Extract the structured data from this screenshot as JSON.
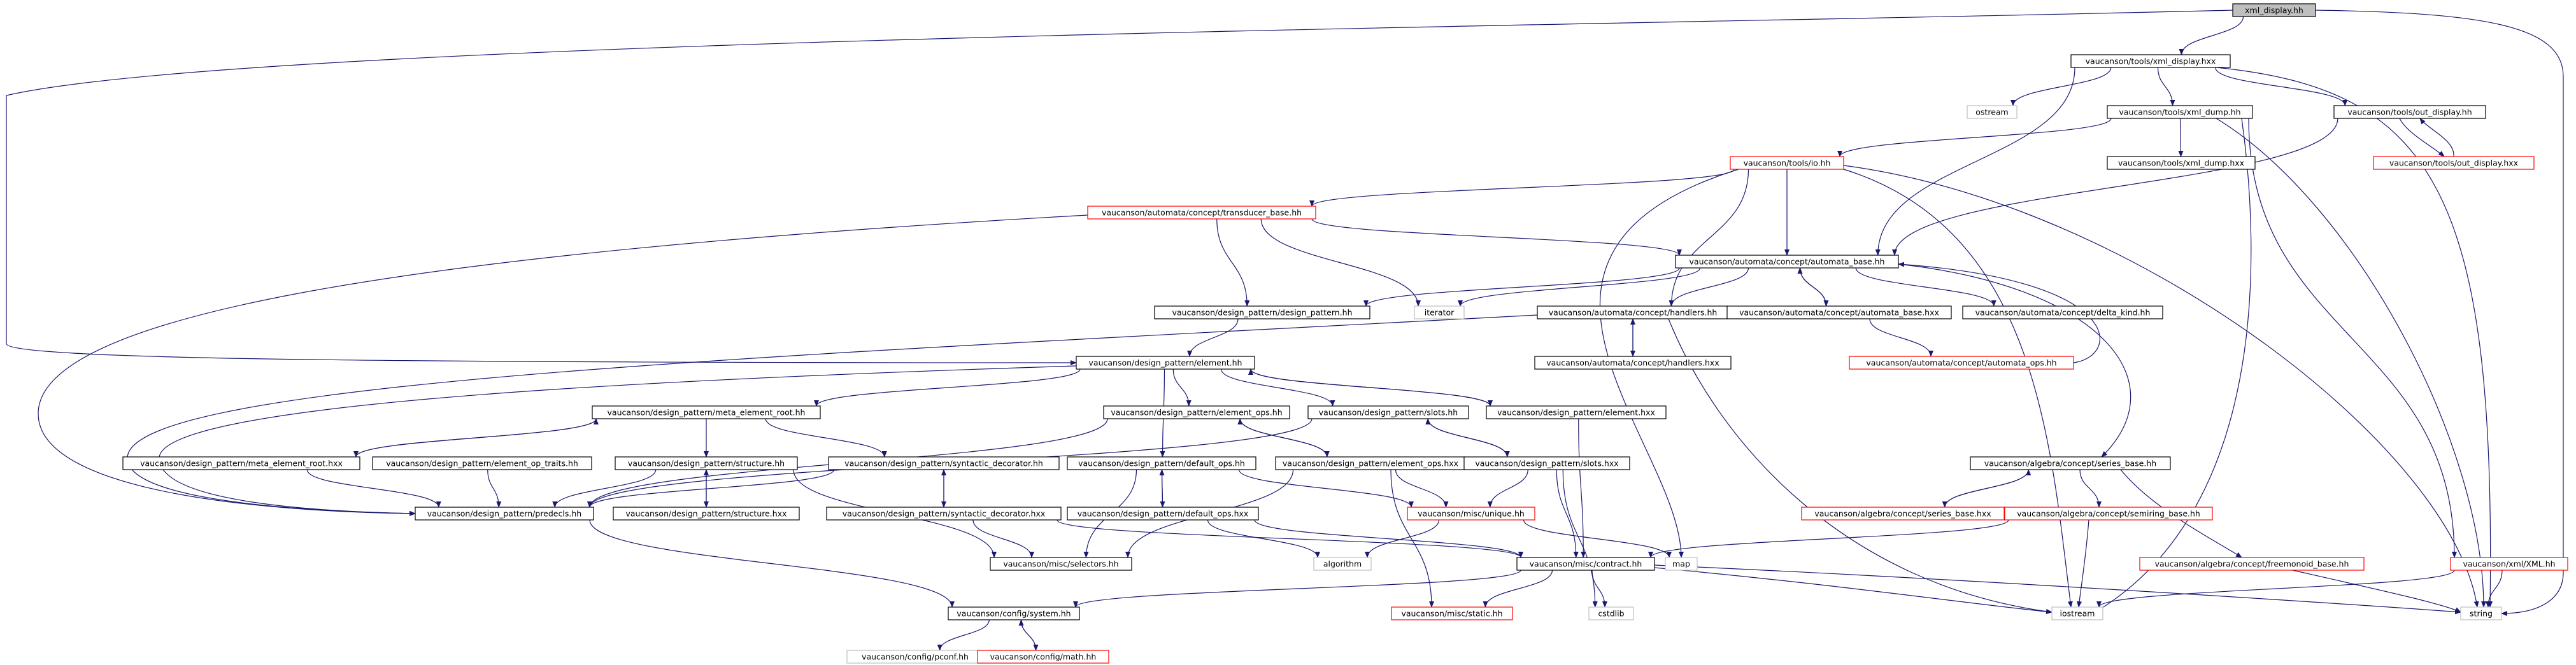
{
  "graph": {
    "title": "xml_display.hh",
    "colors": {
      "edge": "#191970",
      "text": "#000000",
      "border_normal": "#000000",
      "border_missing": "#ff0000",
      "border_external": "#bfbfbf",
      "root_fill": "#bfbfbf"
    },
    "nodes": [
      {
        "id": "xml_display_hh",
        "label": "xml_display.hh",
        "kind": "root"
      },
      {
        "id": "tools_xml_display_hxx",
        "label": "vaucanson/tools/xml_display.hxx",
        "kind": "normal"
      },
      {
        "id": "ostream",
        "label": "ostream",
        "kind": "external"
      },
      {
        "id": "tools_xml_dump_hh",
        "label": "vaucanson/tools/xml_dump.hh",
        "kind": "normal"
      },
      {
        "id": "tools_out_display_hh",
        "label": "vaucanson/tools/out_display.hh",
        "kind": "normal"
      },
      {
        "id": "tools_io_hh",
        "label": "vaucanson/tools/io.hh",
        "kind": "missing"
      },
      {
        "id": "tools_xml_dump_hxx",
        "label": "vaucanson/tools/xml_dump.hxx",
        "kind": "normal"
      },
      {
        "id": "tools_out_display_hxx",
        "label": "vaucanson/tools/out_display.hxx",
        "kind": "missing"
      },
      {
        "id": "transducer_base_hh",
        "label": "vaucanson/automata/concept/transducer_base.hh",
        "kind": "missing"
      },
      {
        "id": "automata_base_hh",
        "label": "vaucanson/automata/concept/automata_base.hh",
        "kind": "normal"
      },
      {
        "id": "dp_design_pattern_hh",
        "label": "vaucanson/design_pattern/design_pattern.hh",
        "kind": "normal"
      },
      {
        "id": "iterator",
        "label": "iterator",
        "kind": "external"
      },
      {
        "id": "handlers_hh",
        "label": "vaucanson/automata/concept/handlers.hh",
        "kind": "normal"
      },
      {
        "id": "automata_base_hxx",
        "label": "vaucanson/automata/concept/automata_base.hxx",
        "kind": "normal"
      },
      {
        "id": "delta_kind_hh",
        "label": "vaucanson/automata/concept/delta_kind.hh",
        "kind": "normal"
      },
      {
        "id": "handlers_hxx",
        "label": "vaucanson/automata/concept/handlers.hxx",
        "kind": "normal"
      },
      {
        "id": "automata_ops_hh",
        "label": "vaucanson/automata/concept/automata_ops.hh",
        "kind": "missing"
      },
      {
        "id": "dp_element_hh",
        "label": "vaucanson/design_pattern/element.hh",
        "kind": "normal"
      },
      {
        "id": "dp_meta_element_root_hh",
        "label": "vaucanson/design_pattern/meta_element_root.hh",
        "kind": "normal"
      },
      {
        "id": "dp_element_ops_hh",
        "label": "vaucanson/design_pattern/element_ops.hh",
        "kind": "normal"
      },
      {
        "id": "dp_slots_hh",
        "label": "vaucanson/design_pattern/slots.hh",
        "kind": "normal"
      },
      {
        "id": "dp_element_hxx",
        "label": "vaucanson/design_pattern/element.hxx",
        "kind": "normal"
      },
      {
        "id": "dp_meta_element_root_hxx",
        "label": "vaucanson/design_pattern/meta_element_root.hxx",
        "kind": "normal"
      },
      {
        "id": "dp_element_op_traits_hh",
        "label": "vaucanson/design_pattern/element_op_traits.hh",
        "kind": "normal"
      },
      {
        "id": "dp_structure_hh",
        "label": "vaucanson/design_pattern/structure.hh",
        "kind": "normal"
      },
      {
        "id": "dp_syntactic_decorator_hh",
        "label": "vaucanson/design_pattern/syntactic_decorator.hh",
        "kind": "normal"
      },
      {
        "id": "dp_default_ops_hh",
        "label": "vaucanson/design_pattern/default_ops.hh",
        "kind": "normal"
      },
      {
        "id": "dp_element_ops_hxx",
        "label": "vaucanson/design_pattern/element_ops.hxx",
        "kind": "normal"
      },
      {
        "id": "dp_slots_hxx",
        "label": "vaucanson/design_pattern/slots.hxx",
        "kind": "normal"
      },
      {
        "id": "series_base_hh",
        "label": "vaucanson/algebra/concept/series_base.hh",
        "kind": "normal"
      },
      {
        "id": "dp_predecls_hh",
        "label": "vaucanson/design_pattern/predecls.hh",
        "kind": "normal"
      },
      {
        "id": "dp_structure_hxx",
        "label": "vaucanson/design_pattern/structure.hxx",
        "kind": "normal"
      },
      {
        "id": "dp_syntactic_decorator_hxx",
        "label": "vaucanson/design_pattern/syntactic_decorator.hxx",
        "kind": "normal"
      },
      {
        "id": "dp_default_ops_hxx",
        "label": "vaucanson/design_pattern/default_ops.hxx",
        "kind": "normal"
      },
      {
        "id": "misc_unique_hh",
        "label": "vaucanson/misc/unique.hh",
        "kind": "missing"
      },
      {
        "id": "series_base_hxx",
        "label": "vaucanson/algebra/concept/series_base.hxx",
        "kind": "missing"
      },
      {
        "id": "semiring_base_hh",
        "label": "vaucanson/algebra/concept/semiring_base.hh",
        "kind": "missing"
      },
      {
        "id": "map",
        "label": "map",
        "kind": "external"
      },
      {
        "id": "algorithm",
        "label": "algorithm",
        "kind": "external"
      },
      {
        "id": "misc_selectors_hh",
        "label": "vaucanson/misc/selectors.hh",
        "kind": "normal"
      },
      {
        "id": "misc_contract_hh",
        "label": "vaucanson/misc/contract.hh",
        "kind": "normal"
      },
      {
        "id": "freemonoid_base_hh",
        "label": "vaucanson/algebra/concept/freemonoid_base.hh",
        "kind": "missing"
      },
      {
        "id": "xml_XML_hh",
        "label": "vaucanson/xml/XML.hh",
        "kind": "missing"
      },
      {
        "id": "config_system_hh",
        "label": "vaucanson/config/system.hh",
        "kind": "normal"
      },
      {
        "id": "misc_static_hh",
        "label": "vaucanson/misc/static.hh",
        "kind": "missing"
      },
      {
        "id": "cstdlib",
        "label": "cstdlib",
        "kind": "external"
      },
      {
        "id": "iostream",
        "label": "iostream",
        "kind": "external"
      },
      {
        "id": "string",
        "label": "string",
        "kind": "external"
      },
      {
        "id": "config_pconf_hh",
        "label": "vaucanson/config/pconf.hh",
        "kind": "external"
      },
      {
        "id": "config_math_hh",
        "label": "vaucanson/config/math.hh",
        "kind": "missing"
      }
    ],
    "edges": [
      [
        "xml_display_hh",
        "tools_xml_display_hxx"
      ],
      [
        "xml_display_hh",
        "dp_element_hh"
      ],
      [
        "xml_display_hh",
        "string"
      ],
      [
        "tools_xml_display_hxx",
        "ostream"
      ],
      [
        "tools_xml_display_hxx",
        "tools_xml_dump_hh"
      ],
      [
        "tools_xml_display_hxx",
        "tools_out_display_hh"
      ],
      [
        "tools_xml_display_hxx",
        "automata_base_hh"
      ],
      [
        "tools_xml_display_hxx",
        "string"
      ],
      [
        "tools_xml_dump_hh",
        "tools_io_hh"
      ],
      [
        "tools_xml_dump_hh",
        "tools_xml_dump_hxx"
      ],
      [
        "tools_xml_dump_hh",
        "xml_XML_hh"
      ],
      [
        "tools_xml_dump_hh",
        "iostream"
      ],
      [
        "tools_xml_dump_hh",
        "string"
      ],
      [
        "tools_out_display_hh",
        "tools_out_display_hxx"
      ],
      [
        "tools_out_display_hh",
        "automata_base_hh"
      ],
      [
        "tools_out_display_hxx",
        "tools_out_display_hh"
      ],
      [
        "tools_io_hh",
        "transducer_base_hh"
      ],
      [
        "tools_io_hh",
        "automata_base_hh"
      ],
      [
        "tools_io_hh",
        "handlers_hh"
      ],
      [
        "tools_io_hh",
        "map"
      ],
      [
        "tools_io_hh",
        "iostream"
      ],
      [
        "tools_io_hh",
        "string"
      ],
      [
        "transducer_base_hh",
        "automata_base_hh"
      ],
      [
        "transducer_base_hh",
        "dp_design_pattern_hh"
      ],
      [
        "transducer_base_hh",
        "iterator"
      ],
      [
        "transducer_base_hh",
        "dp_predecls_hh"
      ],
      [
        "automata_base_hh",
        "dp_design_pattern_hh"
      ],
      [
        "automata_base_hh",
        "iterator"
      ],
      [
        "automata_base_hh",
        "handlers_hh"
      ],
      [
        "automata_base_hh",
        "automata_base_hxx"
      ],
      [
        "automata_base_hh",
        "delta_kind_hh"
      ],
      [
        "automata_base_hh",
        "series_base_hh"
      ],
      [
        "automata_base_hxx",
        "automata_base_hh"
      ],
      [
        "automata_base_hxx",
        "automata_ops_hh"
      ],
      [
        "automata_ops_hh",
        "automata_base_hh"
      ],
      [
        "dp_design_pattern_hh",
        "dp_element_hh"
      ],
      [
        "handlers_hh",
        "handlers_hxx"
      ],
      [
        "handlers_hh",
        "dp_predecls_hh"
      ],
      [
        "handlers_hh",
        "iostream"
      ],
      [
        "handlers_hxx",
        "handlers_hh"
      ],
      [
        "dp_element_hh",
        "dp_meta_element_root_hh"
      ],
      [
        "dp_element_hh",
        "dp_element_ops_hh"
      ],
      [
        "dp_element_hh",
        "dp_slots_hh"
      ],
      [
        "dp_element_hh",
        "dp_element_hxx"
      ],
      [
        "dp_element_hh",
        "dp_default_ops_hh"
      ],
      [
        "dp_element_hh",
        "dp_predecls_hh"
      ],
      [
        "dp_element_hxx",
        "dp_element_hh"
      ],
      [
        "dp_element_hxx",
        "misc_contract_hh"
      ],
      [
        "dp_meta_element_root_hh",
        "dp_meta_element_root_hxx"
      ],
      [
        "dp_meta_element_root_hh",
        "dp_structure_hh"
      ],
      [
        "dp_meta_element_root_hh",
        "dp_syntactic_decorator_hh"
      ],
      [
        "dp_meta_element_root_hxx",
        "dp_meta_element_root_hh"
      ],
      [
        "dp_meta_element_root_hxx",
        "dp_predecls_hh"
      ],
      [
        "dp_element_op_traits_hh",
        "dp_predecls_hh"
      ],
      [
        "dp_element_ops_hh",
        "dp_element_ops_hxx"
      ],
      [
        "dp_element_ops_hh",
        "dp_predecls_hh"
      ],
      [
        "dp_element_ops_hxx",
        "dp_element_ops_hh"
      ],
      [
        "dp_element_ops_hxx",
        "misc_selectors_hh"
      ],
      [
        "dp_element_ops_hxx",
        "misc_unique_hh"
      ],
      [
        "dp_element_ops_hxx",
        "misc_static_hh"
      ],
      [
        "dp_slots_hh",
        "dp_slots_hxx"
      ],
      [
        "dp_slots_hh",
        "dp_predecls_hh"
      ],
      [
        "dp_slots_hxx",
        "dp_slots_hh"
      ],
      [
        "dp_slots_hxx",
        "misc_unique_hh"
      ],
      [
        "dp_slots_hxx",
        "misc_contract_hh"
      ],
      [
        "dp_slots_hxx",
        "cstdlib"
      ],
      [
        "dp_structure_hh",
        "dp_structure_hxx"
      ],
      [
        "dp_structure_hh",
        "dp_predecls_hh"
      ],
      [
        "dp_structure_hh",
        "misc_selectors_hh"
      ],
      [
        "dp_structure_hxx",
        "dp_structure_hh"
      ],
      [
        "dp_syntactic_decorator_hh",
        "dp_syntactic_decorator_hxx"
      ],
      [
        "dp_syntactic_decorator_hh",
        "dp_predecls_hh"
      ],
      [
        "dp_syntactic_decorator_hxx",
        "dp_syntactic_decorator_hh"
      ],
      [
        "dp_syntactic_decorator_hxx",
        "misc_selectors_hh"
      ],
      [
        "dp_syntactic_decorator_hxx",
        "misc_contract_hh"
      ],
      [
        "dp_default_ops_hh",
        "dp_default_ops_hxx"
      ],
      [
        "dp_default_ops_hh",
        "misc_selectors_hh"
      ],
      [
        "dp_default_ops_hh",
        "misc_unique_hh"
      ],
      [
        "dp_default_ops_hxx",
        "dp_default_ops_hh"
      ],
      [
        "dp_default_ops_hxx",
        "algorithm"
      ],
      [
        "dp_default_ops_hxx",
        "misc_contract_hh"
      ],
      [
        "dp_predecls_hh",
        "config_system_hh"
      ],
      [
        "misc_unique_hh",
        "map"
      ],
      [
        "misc_unique_hh",
        "algorithm"
      ],
      [
        "series_base_hh",
        "series_base_hxx"
      ],
      [
        "series_base_hh",
        "semiring_base_hh"
      ],
      [
        "series_base_hh",
        "freemonoid_base_hh"
      ],
      [
        "series_base_hxx",
        "series_base_hh"
      ],
      [
        "semiring_base_hh",
        "misc_contract_hh"
      ],
      [
        "semiring_base_hh",
        "iostream"
      ],
      [
        "freemonoid_base_hh",
        "string"
      ],
      [
        "xml_XML_hh",
        "iostream"
      ],
      [
        "xml_XML_hh",
        "string"
      ],
      [
        "misc_contract_hh",
        "config_system_hh"
      ],
      [
        "misc_contract_hh",
        "misc_static_hh"
      ],
      [
        "misc_contract_hh",
        "cstdlib"
      ],
      [
        "misc_contract_hh",
        "iostream"
      ],
      [
        "misc_contract_hh",
        "string"
      ],
      [
        "config_system_hh",
        "config_pconf_hh"
      ],
      [
        "config_system_hh",
        "config_math_hh"
      ],
      [
        "config_math_hh",
        "config_system_hh"
      ]
    ]
  }
}
